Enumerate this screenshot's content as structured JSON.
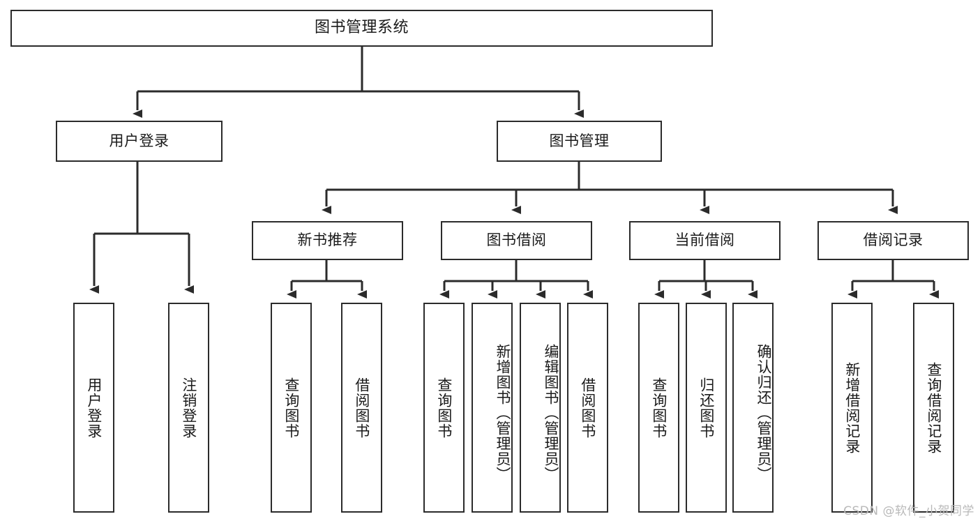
{
  "diagram": {
    "type": "tree-hierarchy",
    "title": "图书管理系统",
    "watermark": "CSDN @软件_小贺同学",
    "colors": {
      "background": "#ffffff",
      "border": "#2b2b2b",
      "text": "#1a1a1a",
      "connector": "#2b2b2b",
      "watermark": "#b9b9b9"
    },
    "levels": {
      "root": {
        "label": "图书管理系统"
      },
      "level2": [
        {
          "label": "用户登录"
        },
        {
          "label": "图书管理"
        }
      ],
      "level3": [
        {
          "label": "新书推荐"
        },
        {
          "label": "图书借阅"
        },
        {
          "label": "当前借阅"
        },
        {
          "label": "借阅记录"
        }
      ],
      "leaves": [
        {
          "label": "用户登录",
          "parent": "用户登录"
        },
        {
          "label": "注销登录",
          "parent": "用户登录"
        },
        {
          "label": "查询图书",
          "parent": "新书推荐"
        },
        {
          "label": "借阅图书",
          "parent": "新书推荐"
        },
        {
          "label": "查询图书",
          "parent": "图书借阅"
        },
        {
          "label": "新增图书（管理员）",
          "parent": "图书借阅"
        },
        {
          "label": "编辑图书（管理员）",
          "parent": "图书借阅"
        },
        {
          "label": "借阅图书",
          "parent": "图书借阅"
        },
        {
          "label": "查询图书",
          "parent": "当前借阅"
        },
        {
          "label": "归还图书",
          "parent": "当前借阅"
        },
        {
          "label": "确认归还（管理员）",
          "parent": "当前借阅"
        },
        {
          "label": "新增借阅记录",
          "parent": "借阅记录"
        },
        {
          "label": "查询借阅记录",
          "parent": "借阅记录"
        }
      ]
    }
  }
}
